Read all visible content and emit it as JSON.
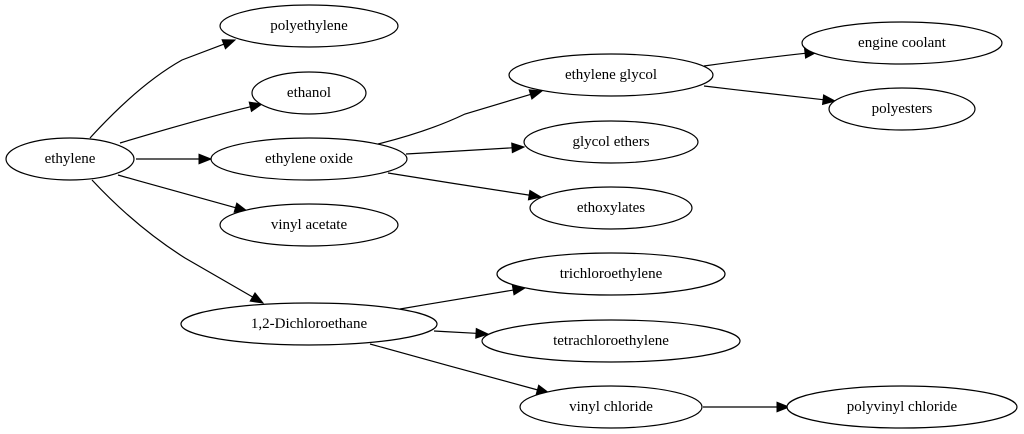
{
  "diagram": {
    "type": "directed-graph",
    "nodes": [
      {
        "id": "ethylene",
        "label": "ethylene"
      },
      {
        "id": "polyethylene",
        "label": "polyethylene"
      },
      {
        "id": "ethanol",
        "label": "ethanol"
      },
      {
        "id": "ethylene_oxide",
        "label": "ethylene oxide"
      },
      {
        "id": "vinyl_acetate",
        "label": "vinyl acetate"
      },
      {
        "id": "dichloroethane",
        "label": "1,2-Dichloroethane"
      },
      {
        "id": "ethylene_glycol",
        "label": "ethylene glycol"
      },
      {
        "id": "glycol_ethers",
        "label": "glycol ethers"
      },
      {
        "id": "ethoxylates",
        "label": "ethoxylates"
      },
      {
        "id": "engine_coolant",
        "label": "engine coolant"
      },
      {
        "id": "polyesters",
        "label": "polyesters"
      },
      {
        "id": "trichloroethylene",
        "label": "trichloroethylene"
      },
      {
        "id": "tetrachloroethylene",
        "label": "tetrachloroethylene"
      },
      {
        "id": "vinyl_chloride",
        "label": "vinyl chloride"
      },
      {
        "id": "polyvinyl_chloride",
        "label": "polyvinyl chloride"
      }
    ],
    "edges": [
      {
        "from": "ethylene",
        "to": "polyethylene"
      },
      {
        "from": "ethylene",
        "to": "ethanol"
      },
      {
        "from": "ethylene",
        "to": "ethylene_oxide"
      },
      {
        "from": "ethylene",
        "to": "vinyl_acetate"
      },
      {
        "from": "ethylene",
        "to": "dichloroethane"
      },
      {
        "from": "ethylene_oxide",
        "to": "ethylene_glycol"
      },
      {
        "from": "ethylene_oxide",
        "to": "glycol_ethers"
      },
      {
        "from": "ethylene_oxide",
        "to": "ethoxylates"
      },
      {
        "from": "ethylene_glycol",
        "to": "engine_coolant"
      },
      {
        "from": "ethylene_glycol",
        "to": "polyesters"
      },
      {
        "from": "dichloroethane",
        "to": "trichloroethylene"
      },
      {
        "from": "dichloroethane",
        "to": "tetrachloroethylene"
      },
      {
        "from": "dichloroethane",
        "to": "vinyl_chloride"
      },
      {
        "from": "vinyl_chloride",
        "to": "polyvinyl_chloride"
      }
    ]
  }
}
